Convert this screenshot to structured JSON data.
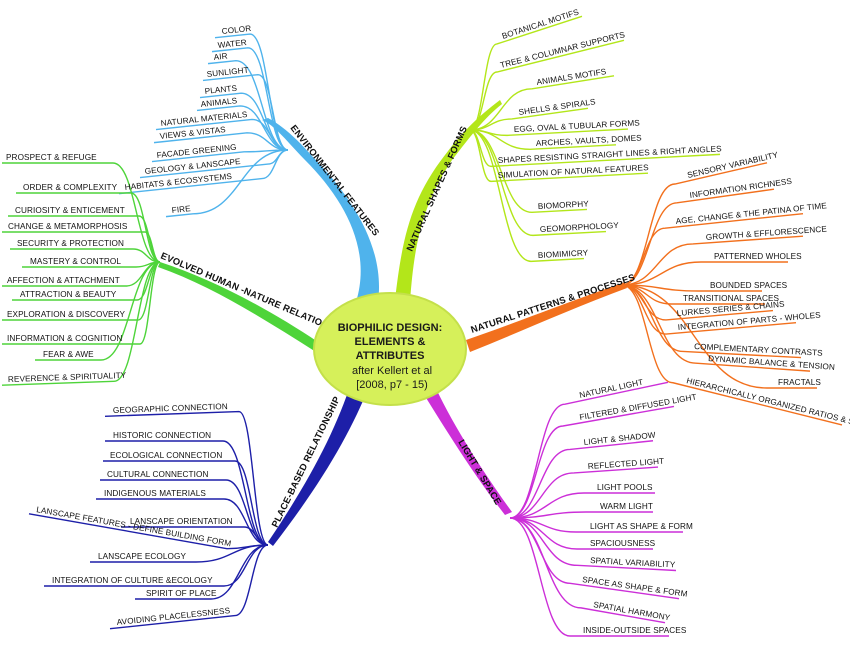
{
  "center": {
    "line1": "BIOPHILIC DESIGN:",
    "line2": "ELEMENTS &",
    "line3": "ATTRIBUTES",
    "line4": "after Kellert et al",
    "line5": "[2008, p7 - 15)"
  },
  "colors": {
    "environmental": "#4fb3ec",
    "natural_shapes": "#b3e61a",
    "natural_patterns": "#f2701d",
    "light_space": "#cc2fd8",
    "place_based": "#1d1fa8",
    "evolved": "#4ed43a",
    "center_fill": "#d6f05a",
    "center_stroke": "#c4e04a"
  },
  "branches": {
    "environmental": {
      "label": "ENVIRONMENTAL FEATURES",
      "items": [
        "COLOR",
        "WATER",
        "AIR",
        "SUNLIGHT",
        "PLANTS",
        "ANIMALS",
        "NATURAL MATERIALS",
        "VIEWS & VISTAS",
        "FACADE GREENING",
        "GEOLOGY & LANSCAPE",
        "HABITATS & ECOSYSTEMS",
        "FIRE"
      ]
    },
    "natural_shapes": {
      "label": "NATURAL SHAPES & FORMS",
      "items": [
        "BOTANICAL MOTIFS",
        "TREE & COLUMNAR SUPPORTS",
        "ANIMALS MOTIFS",
        "SHELLS & SPIRALS",
        "EGG, OVAL & TUBULAR FORMS",
        "ARCHES, VAULTS, DOMES",
        "SHAPES RESISTING STRAIGHT LINES & RIGHT ANGLES",
        "SIMULATION OF NATURAL FEATURES",
        "BIOMORPHY",
        "GEOMORPHOLOGY",
        "BIOMIMICRY"
      ]
    },
    "natural_patterns": {
      "label": "NATURAL PATTERNS & PROCESSES",
      "items": [
        "SENSORY VARIABILITY",
        "INFORMATION RICHNESS",
        "AGE, CHANGE & THE PATINA OF TIME",
        "GROWTH & EFFLORESCENCE",
        "PATTERNED WHOLES",
        "BOUNDED SPACES",
        "TRANSITIONAL SPACES",
        "LURKES SERIES & CHAINS",
        "INTEGRATION OF PARTS - WHOLES",
        "COMPLEMENTARY CONTRASTS",
        "DYNAMIC BALANCE & TENSION",
        "FRACTALS",
        "HIERARCHICALLY ORGANIZED RATIOS & SCALES"
      ]
    },
    "light_space": {
      "label": "LIGHT & SPACE",
      "items": [
        "NATURAL LIGHT",
        "FILTERED & DIFFUSED LIGHT",
        "LIGHT & SHADOW",
        "REFLECTED LIGHT",
        "LIGHT POOLS",
        "WARM LIGHT",
        "LIGHT AS SHAPE & FORM",
        "SPACIOUSNESS",
        "SPATIAL VARIABILITY",
        "SPACE AS SHAPE & FORM",
        "SPATIAL HARMONY",
        "INSIDE-OUTSIDE SPACES"
      ]
    },
    "place_based": {
      "label": "PLACE-BASED RELATIONSHIP",
      "items": [
        "GEOGRAPHIC CONNECTION",
        "HISTORIC CONNECTION",
        "ECOLOGICAL CONNECTION",
        "CULTURAL CONNECTION",
        "INDIGENOUS MATERIALS",
        "LANSCAPE ORIENTATION",
        "LANSCAPE FEATURES - DEFINE BUILDING FORM",
        "LANSCAPE ECOLOGY",
        "INTEGRATION OF CULTURE &ECOLOGY",
        "SPIRIT OF PLACE",
        "AVOIDING PLACELESSNESS"
      ]
    },
    "evolved": {
      "label": "EVOLVED HUMAN -NATURE RELATIONSHIPS",
      "items": [
        "PROSPECT & REFUGE",
        "ORDER & COMPLEXITY",
        "CURIOSITY & ENTICEMENT",
        "CHANGE & METAMORPHOSIS",
        "SECURITY & PROTECTION",
        "MASTERY & CONTROL",
        "AFFECTION & ATTACHMENT",
        "ATTRACTION & BEAUTY",
        "EXPLORATION & DISCOVERY",
        "INFORMATION & COGNITION",
        "FEAR & AWE",
        "REVERENCE & SPIRITUALITY"
      ]
    }
  }
}
